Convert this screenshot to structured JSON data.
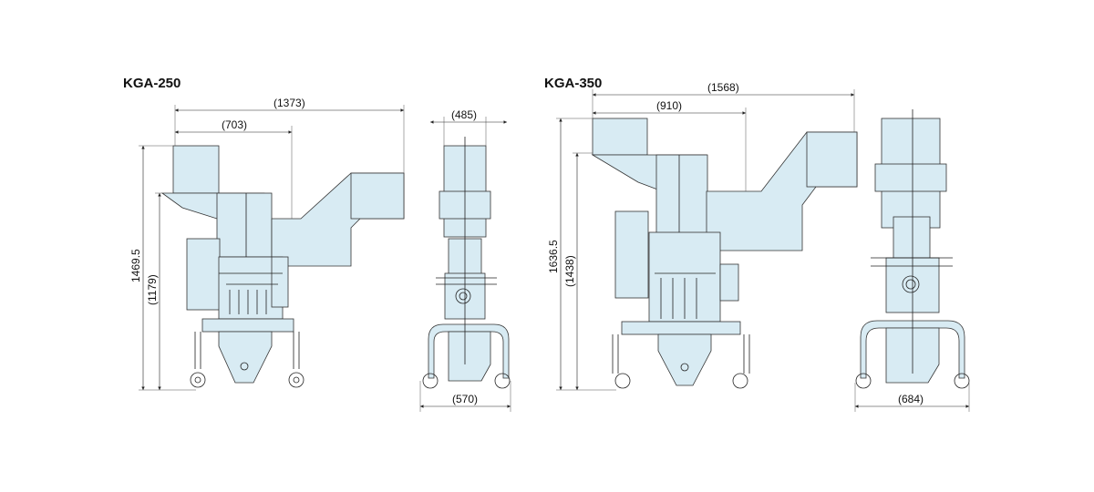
{
  "models": [
    {
      "title": "KGA-250",
      "side_view": {
        "dims": {
          "overall_width": "(1373)",
          "hopper_width": "(703)",
          "height_total": "1469.5",
          "height_inner": "(1179)"
        }
      },
      "front_view": {
        "dims": {
          "top_width": "(485)",
          "base_width": "(570)"
        }
      }
    },
    {
      "title": "KGA-350",
      "side_view": {
        "dims": {
          "overall_width": "(1568)",
          "hopper_width": "(910)",
          "height_total": "1636.5",
          "height_inner": "(1438)"
        }
      },
      "front_view": {
        "dims": {
          "base_width": "(684)"
        }
      }
    }
  ],
  "colors": {
    "body": "#d8ebf3",
    "line": "#222222"
  }
}
